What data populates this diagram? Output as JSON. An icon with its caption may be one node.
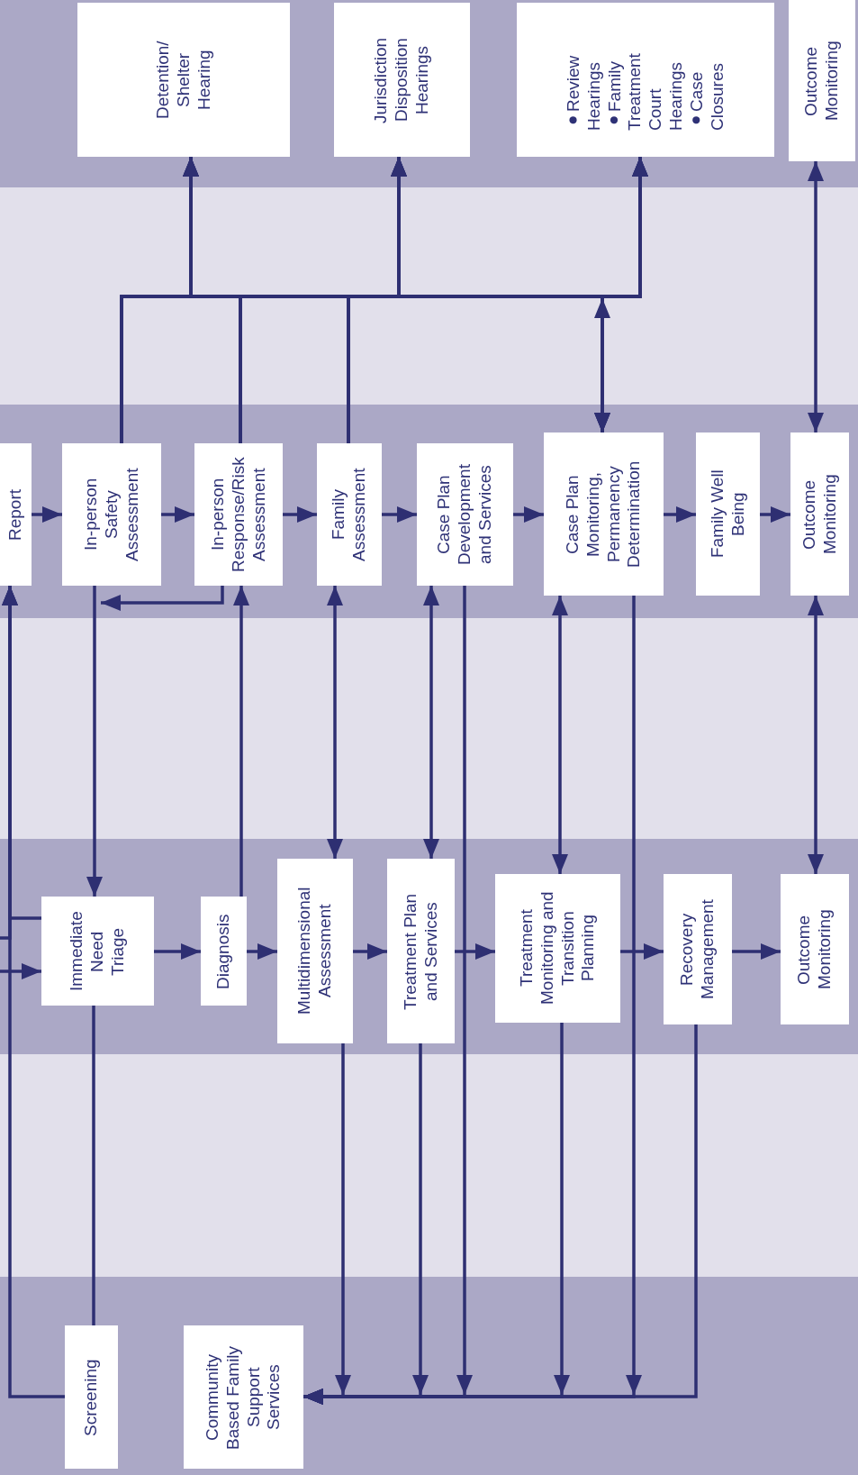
{
  "diagram": {
    "nodes": [
      {
        "text": [
          "Detention/ Shelter Hearing"
        ]
      },
      {
        "text": [
          "Jurisdiction Disposition Hearings"
        ]
      },
      {
        "text": [
          "●Review Hearings",
          "●Family Treatment Court Hearings",
          "●Case Closures"
        ]
      },
      {
        "text": [
          "Outcome Monitoring"
        ]
      },
      {
        "text": [
          "Report"
        ]
      },
      {
        "text": [
          "In-person Safety Assessment"
        ]
      },
      {
        "text": [
          "In-person Response/Risk Assessment"
        ]
      },
      {
        "text": [
          "Family Assessment"
        ]
      },
      {
        "text": [
          "Case Plan Development and Services"
        ]
      },
      {
        "text": [
          "Case Plan Monitoring, Permanency Determination"
        ]
      },
      {
        "text": [
          "Family Well Being"
        ]
      },
      {
        "text": [
          "Outcome Monitoring"
        ]
      },
      {
        "text": [
          "Immediate Need Triage"
        ]
      },
      {
        "text": [
          "Diagnosis"
        ]
      },
      {
        "text": [
          "Multidimensional Assessment"
        ]
      },
      {
        "text": [
          "Treatment Plan and Services"
        ]
      },
      {
        "text": [
          "Treatment Monitoring and Transition Planning"
        ]
      },
      {
        "text": [
          "Recovery Management"
        ]
      },
      {
        "text": [
          "Outcome Monitoring"
        ]
      },
      {
        "text": [
          "Screening"
        ]
      },
      {
        "text": [
          "Community Based Family Support Services"
        ]
      }
    ],
    "edges": [
      {
        "from": 4,
        "to": 5,
        "arrow": "to"
      },
      {
        "from": 5,
        "to": 6,
        "arrow": "to"
      },
      {
        "from": 6,
        "to": 7,
        "arrow": "to"
      },
      {
        "from": 7,
        "to": 8,
        "arrow": "to"
      },
      {
        "from": 8,
        "to": 9,
        "arrow": "to"
      },
      {
        "from": 9,
        "to": 10,
        "arrow": "to"
      },
      {
        "from": 10,
        "to": 11,
        "arrow": "to"
      },
      {
        "from": null,
        "to": 12,
        "arrow": "to"
      },
      {
        "from": 12,
        "to": 13,
        "arrow": "to"
      },
      {
        "from": 13,
        "to": 14,
        "arrow": "to"
      },
      {
        "from": 14,
        "to": 15,
        "arrow": "to"
      },
      {
        "from": 15,
        "to": 16,
        "arrow": "to"
      },
      {
        "from": 16,
        "to": 17,
        "arrow": "to"
      },
      {
        "from": 17,
        "to": 18,
        "arrow": "to"
      },
      {
        "from": 3,
        "to": 11,
        "arrow": "both"
      },
      {
        "from": 11,
        "to": 18,
        "arrow": "both"
      },
      {
        "from": 9,
        "to": 16,
        "arrow": "both"
      },
      {
        "from": 8,
        "to": 15,
        "arrow": "both"
      },
      {
        "from": 7,
        "to": 14,
        "arrow": "both"
      },
      {
        "from": 13,
        "to": 6,
        "arrow": "to"
      },
      {
        "from": 5,
        "to": 12,
        "arrow": "to"
      },
      {
        "from": 6,
        "to": 5,
        "arrow": "to"
      },
      {
        "from": 19,
        "to": 4,
        "arrow": "to"
      },
      {
        "from": 12,
        "to": 4,
        "arrow": "to"
      },
      {
        "from": null,
        "to": 4,
        "arrow": "to"
      },
      {
        "from": 19,
        "to": 12,
        "arrow": "to"
      },
      {
        "from": 5,
        "to": 0,
        "arrow": "to"
      },
      {
        "from": 5,
        "to": 1,
        "arrow": "to"
      },
      {
        "from": 5,
        "to": 2,
        "arrow": "to"
      },
      {
        "from": 6,
        "to": 0,
        "arrow": "to"
      },
      {
        "from": 6,
        "to": 1,
        "arrow": "to"
      },
      {
        "from": 6,
        "to": 2,
        "arrow": "to"
      },
      {
        "from": 7,
        "to": 0,
        "arrow": "to"
      },
      {
        "from": 7,
        "to": 1,
        "arrow": "to"
      },
      {
        "from": 7,
        "to": 2,
        "arrow": "to"
      },
      {
        "from": 9,
        "to": 0,
        "arrow": "both"
      },
      {
        "from": 9,
        "to": 1,
        "arrow": "both"
      },
      {
        "from": 9,
        "to": 2,
        "arrow": "both"
      },
      {
        "from": 14,
        "to": 20,
        "arrow": "to"
      },
      {
        "from": 15,
        "to": 20,
        "arrow": "to"
      },
      {
        "from": 8,
        "to": 20,
        "arrow": "to"
      },
      {
        "from": 16,
        "to": 20,
        "arrow": "to"
      },
      {
        "from": 9,
        "to": 20,
        "arrow": "to"
      },
      {
        "from": 17,
        "to": 20,
        "arrow": "to"
      }
    ]
  }
}
